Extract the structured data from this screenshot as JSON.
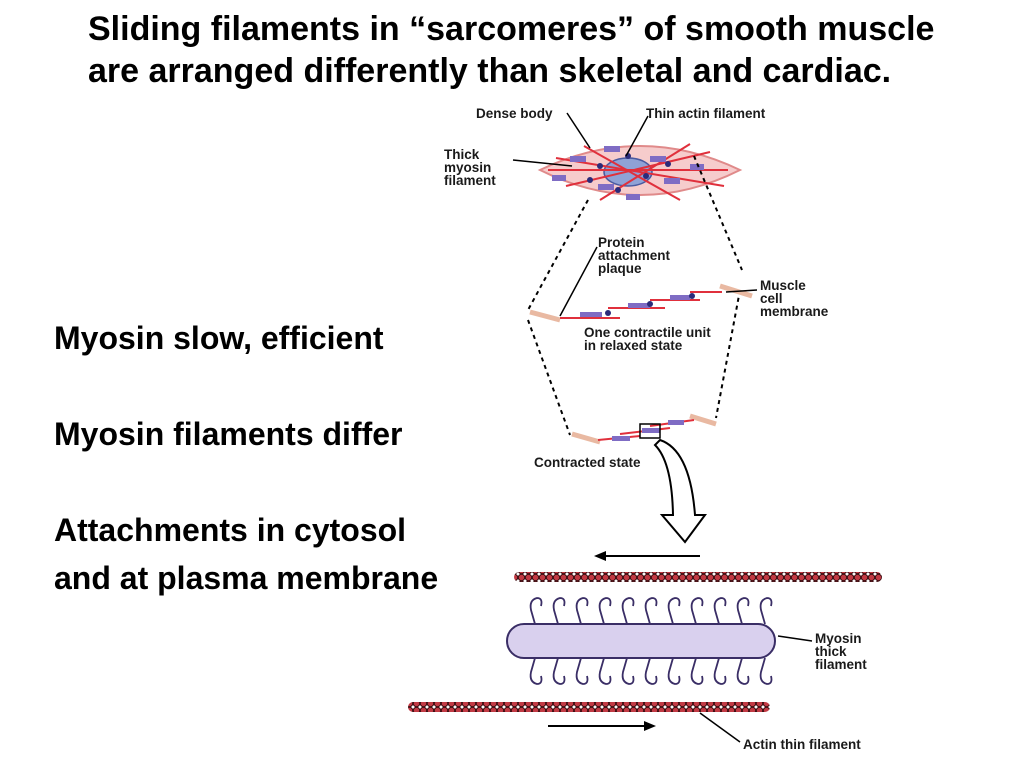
{
  "slide": {
    "title_line1": "Sliding filaments in “sarcomeres” of smooth muscle",
    "title_line2": "are arranged differently than skeletal and cardiac.",
    "bullets": [
      "Myosin slow, efficient",
      "Myosin filaments differ",
      "Attachments in cytosol",
      "and at plasma membrane"
    ]
  },
  "diagram": {
    "labels": {
      "dense_body": "Dense body",
      "thin_actin": "Thin actin filament",
      "thick_myosin": [
        "Thick",
        "myosin",
        "filament"
      ],
      "protein_plaque": [
        "Protein",
        "attachment",
        "plaque"
      ],
      "muscle_membrane": [
        "Muscle",
        "cell",
        "membrane"
      ],
      "contractile_unit": [
        "One contractile unit",
        "in relaxed state"
      ],
      "contracted_state": "Contracted state",
      "myosin_thick": [
        "Myosin",
        "thick",
        "filament"
      ],
      "actin_thin": "Actin thin filament"
    },
    "colors": {
      "actin": "#e0303c",
      "myosin": "#7f6cc4",
      "myosin_fill": "#d9d0ee",
      "cell_fill": "#f6cccc",
      "cell_stroke": "#e08a8a",
      "membrane": "#e9b9a2",
      "dense_body": "#2b2b7a",
      "bead": "#c23a44"
    }
  }
}
